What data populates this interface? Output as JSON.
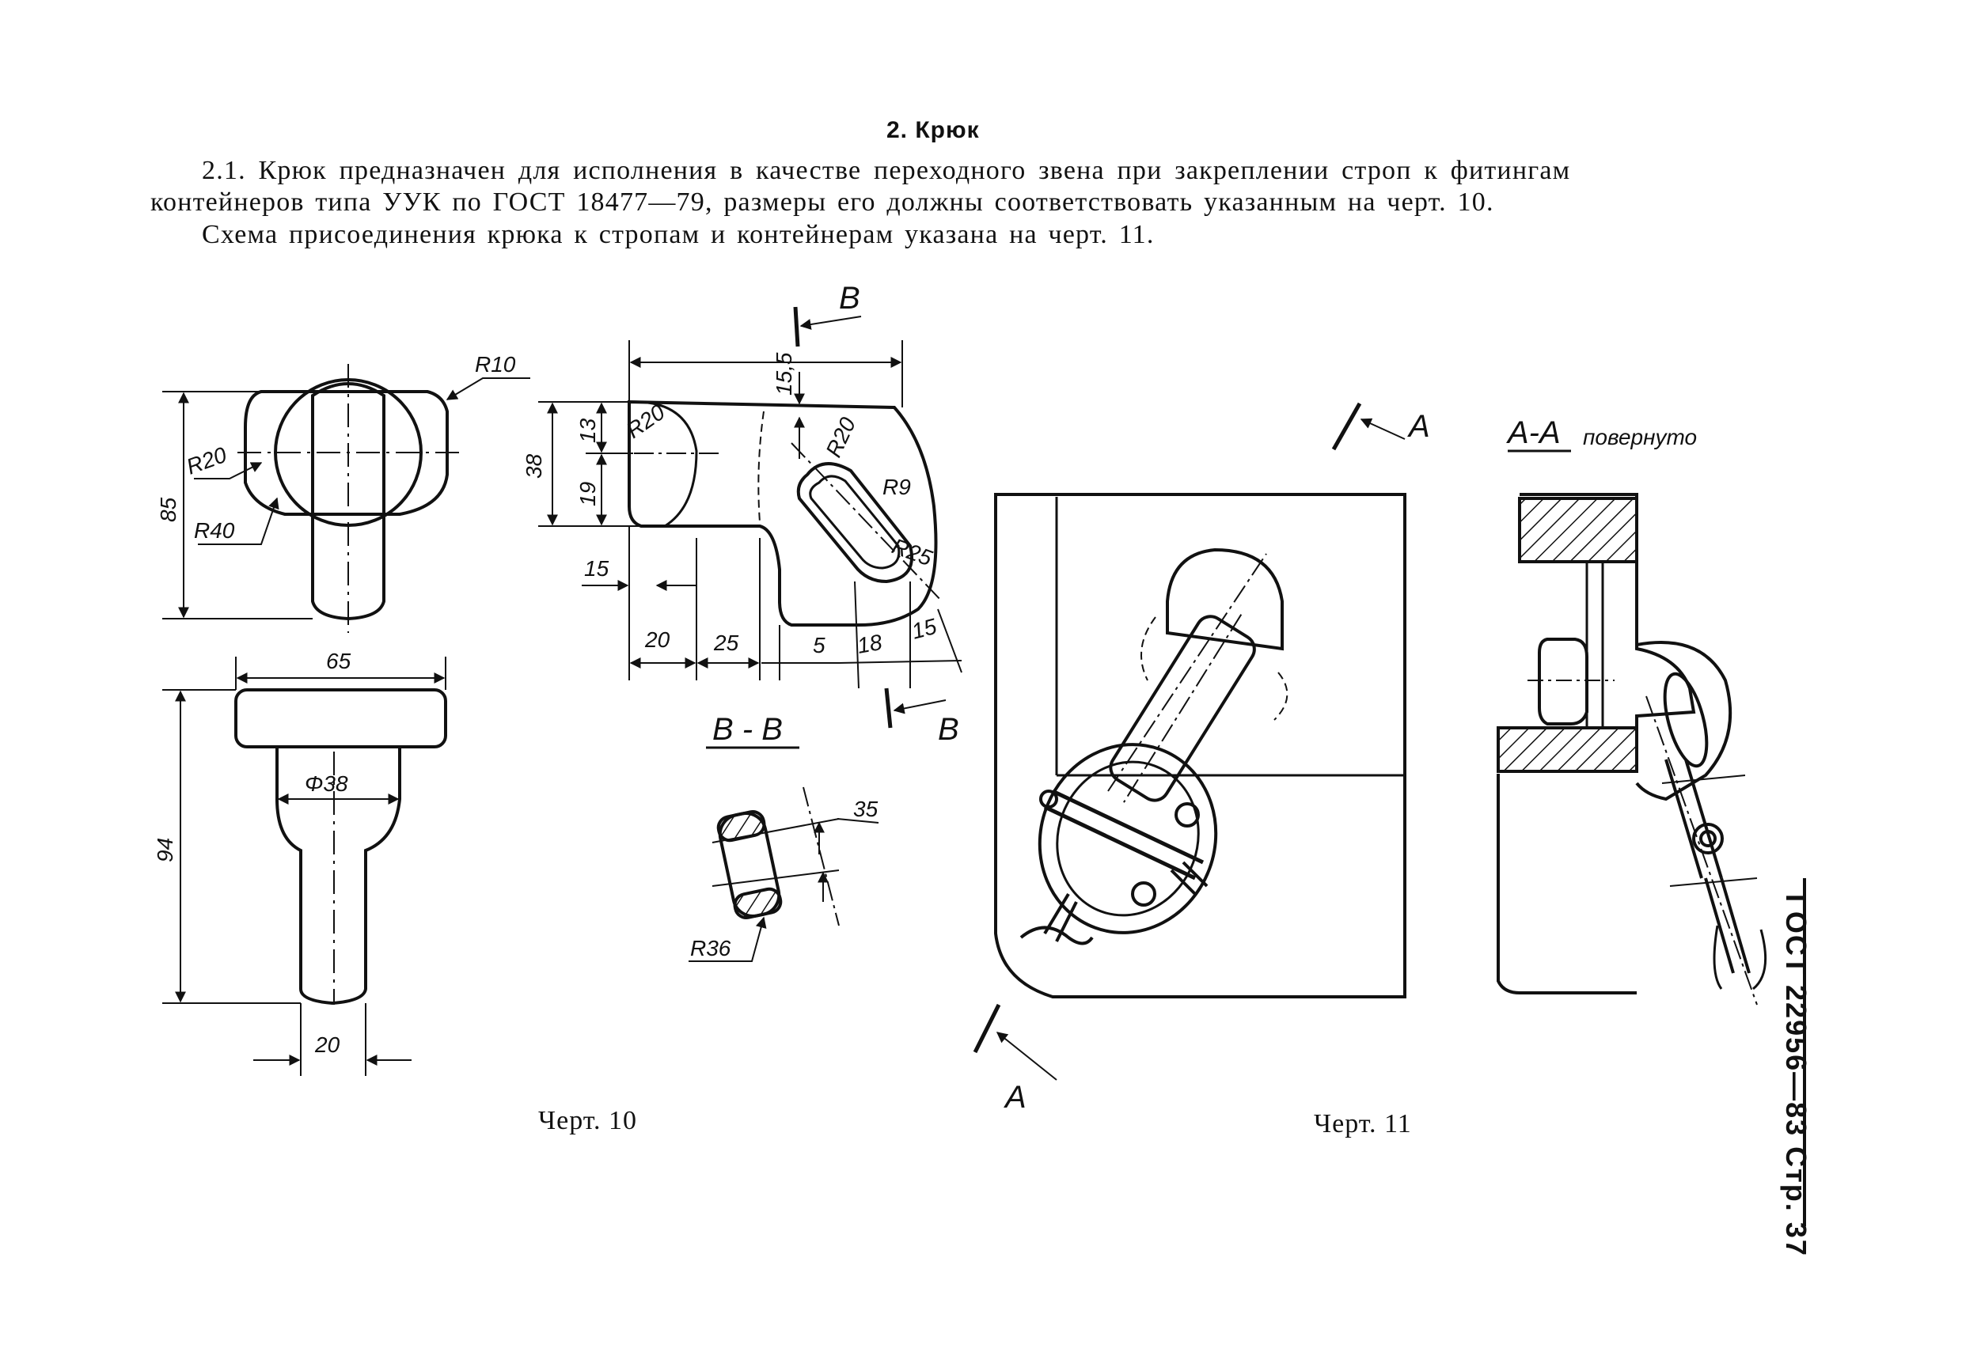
{
  "heading": "2. Крюк",
  "paragraphs": [
    "2.1. Крюк предназначен для исполнения в качестве переходного звена при закреплении строп к фитингам",
    "контейнеров типа УУК по ГОСТ 18477—79, размеры его должны соответствовать указанным на черт. 10.",
    "Схема присоединения крюка к стропам и контейнерам указана на черт. 11."
  ],
  "drawing10": {
    "caption": "Черт. 10",
    "dims": {
      "r10": "R10",
      "r20_front": "R20",
      "r40": "R40",
      "h85": "85",
      "w65": "65",
      "d38": "Φ38",
      "h94": "94",
      "w20_bottom": "20",
      "w15_5": "15,5",
      "h13": "13",
      "h38": "38",
      "h19": "19",
      "r20_side": "R20",
      "r20_slot": "R20",
      "r9": "R9",
      "r25": "R25",
      "w15_left": "15",
      "w20": "20",
      "w25": "25",
      "w5": "5",
      "w18": "18",
      "w15_right": "15",
      "w35": "35",
      "r36": "R36"
    },
    "section_b_top": "B",
    "section_b_bottom": "B",
    "section_bb_label": "B - B"
  },
  "drawing11": {
    "caption": "Черт. 11",
    "section_a_top": "A",
    "section_a_bottom": "A",
    "section_aa_label": "А-А",
    "section_aa_note": "повернуто"
  },
  "sidebar": "ГОСТ 22956—83 Стр. 37"
}
